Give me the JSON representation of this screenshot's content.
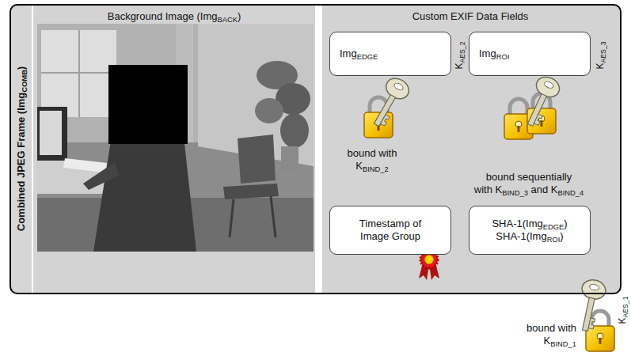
{
  "diagram": {
    "nodes": [
      {
        "text": [
          "Combined JPEG Frame (ImgCOMB)"
        ]
      },
      {
        "text": [
          "Background Image (ImgBACK)"
        ],
        "in": 0
      },
      {
        "text": [
          "Custom EXIF Data Fields"
        ],
        "in": 0
      },
      {
        "text": [
          "ImgEDGE"
        ],
        "in": 2
      },
      {
        "text": [
          "ImgROI"
        ],
        "in": 2
      },
      {
        "text": [
          "Timestamp of Image Group"
        ],
        "in": 2
      },
      {
        "text": [
          "SHA-1(ImgEDGE)",
          "SHA-1(ImgROI)"
        ],
        "in": 2
      }
    ],
    "labels": [
      "KAES_2",
      "bound with KBIND_2",
      "KAES_3",
      "bound sequentially with KBIND_3 and KBIND_4",
      "KAES_1",
      "bound with KBIND_1"
    ]
  }
}
